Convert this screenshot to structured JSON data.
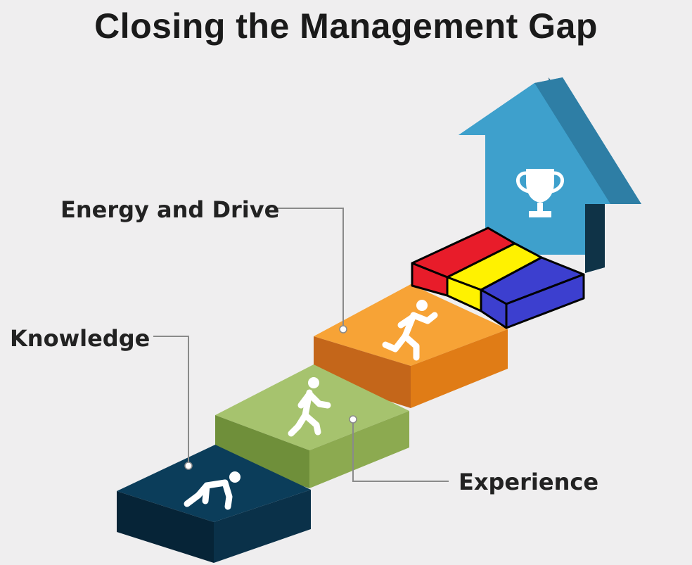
{
  "title": "Closing the Management Gap",
  "labels": {
    "energy": "Energy and Drive",
    "knowledge": "Knowledge",
    "experience": "Experience"
  },
  "colors": {
    "background": "#efeeef",
    "step1": "#0b3d5a",
    "step2": "#9cba62",
    "step3": "#f08f1e",
    "arrow": "#3ea0cc",
    "block_red": "#e81c2a",
    "block_yellow": "#fff200",
    "block_blue": "#3c3fcf"
  },
  "icons": [
    "crouching-runner-icon",
    "walking-person-icon",
    "running-person-icon",
    "trophy-icon"
  ]
}
